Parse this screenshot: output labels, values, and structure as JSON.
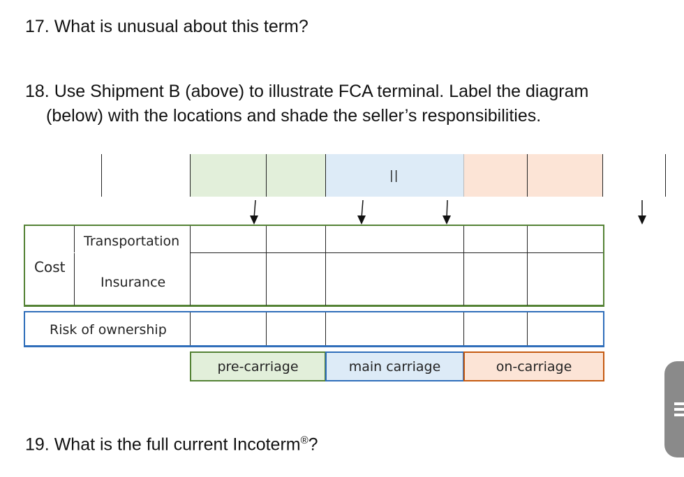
{
  "questions": {
    "q17": "17. What is unusual about this term?",
    "q18_line1": "18. Use Shipment B (above) to illustrate FCA terminal. Label the diagram",
    "q18_line2": "(below) with the locations and shade the seller’s responsibilities.",
    "q19_prefix": "19. What is the full current Incoterm",
    "q19_reg": "®",
    "q19_suffix": "?"
  },
  "diagram": {
    "top_center_mark": "||",
    "cost_label": "Cost",
    "transportation_label": "Transportation",
    "insurance_label": "Insurance",
    "risk_label": "Risk of ownership",
    "legend": {
      "pre": "pre-carriage",
      "main": "main carriage",
      "on": "on-carriage"
    },
    "colors": {
      "pre_fill": "#e2efda",
      "main_fill": "#ddebf7",
      "on_fill": "#fce4d6",
      "cost_border": "#548235",
      "risk_border": "#2f6eba",
      "on_border": "#c55a11"
    }
  }
}
